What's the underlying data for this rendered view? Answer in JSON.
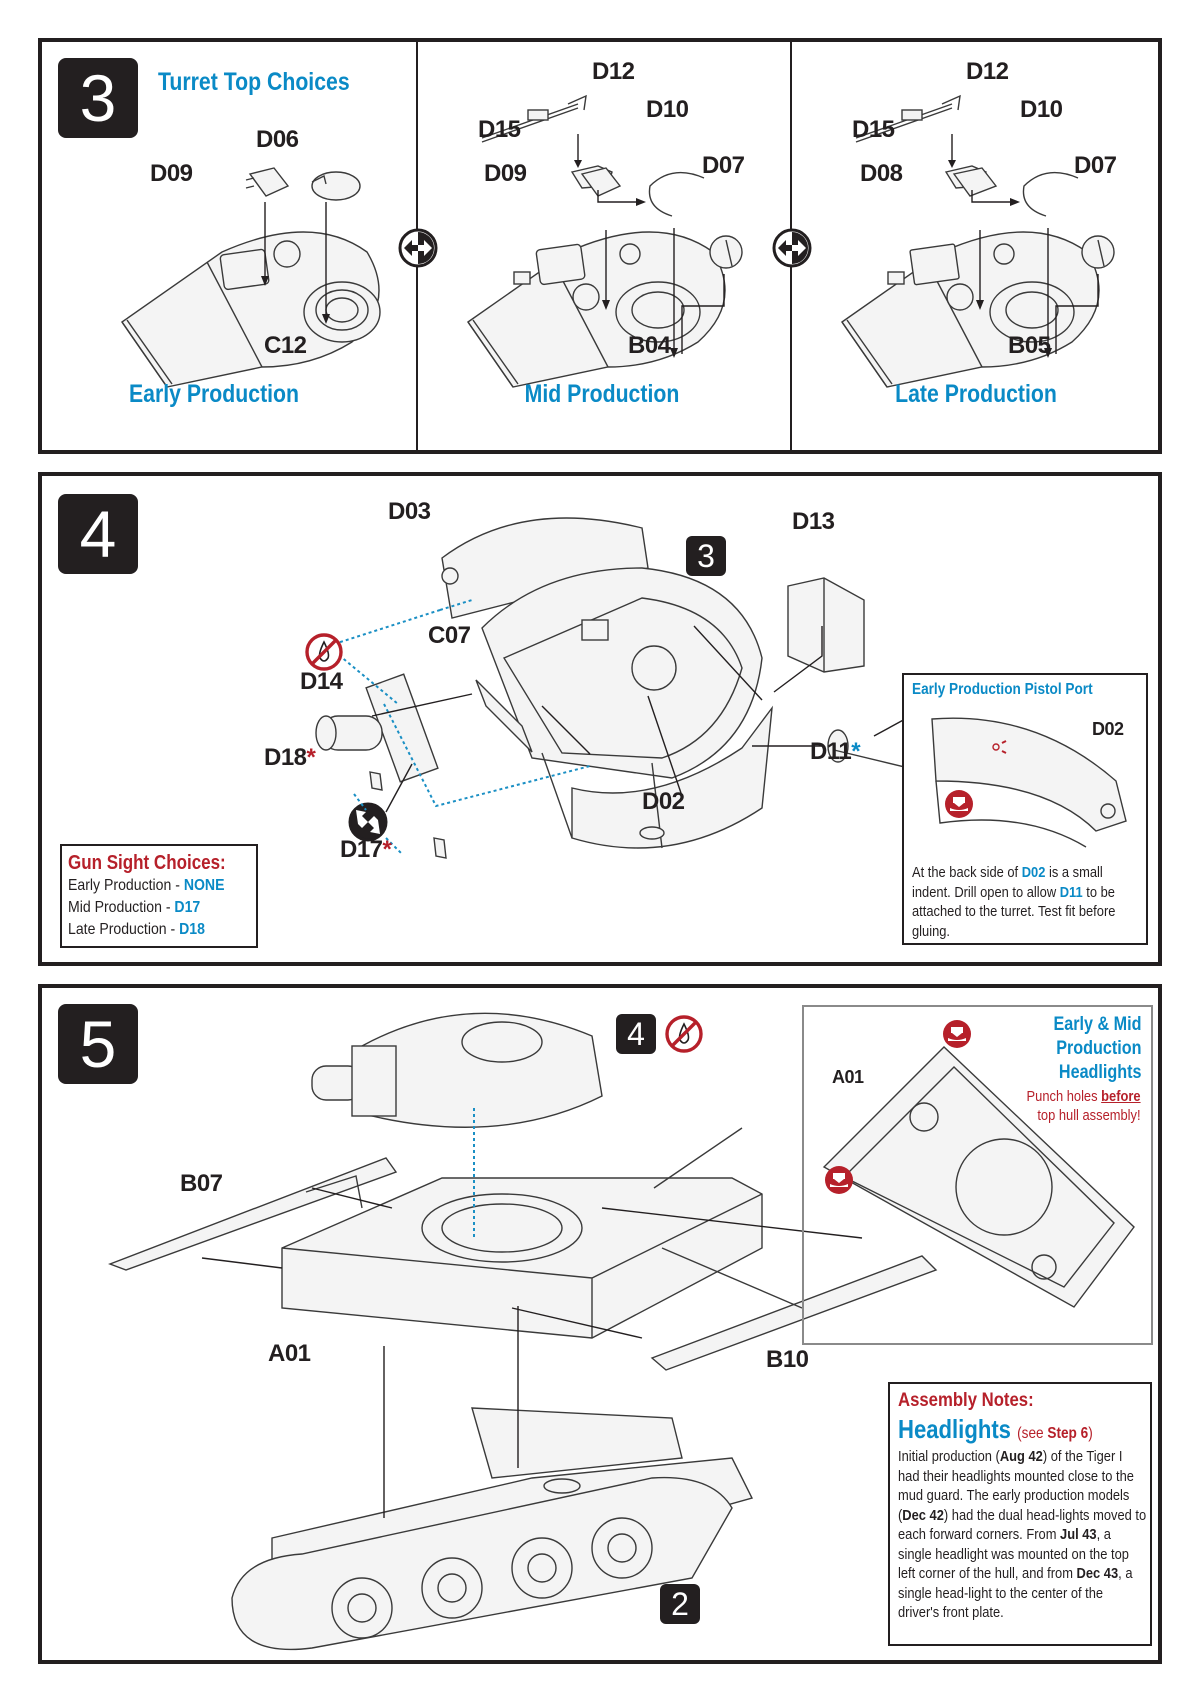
{
  "colors": {
    "accent_blue": "#0a8ac6",
    "accent_red": "#b6202a",
    "ink": "#231f20"
  },
  "step3": {
    "number": "3",
    "title": "Turret Top Choices",
    "options": [
      {
        "subtitle": "Early Production",
        "base_part": "C12",
        "parts": [
          "D09",
          "D06"
        ]
      },
      {
        "subtitle": "Mid Production",
        "base_part": "B04",
        "parts": [
          "D12",
          "D10",
          "D15",
          "D09",
          "D07"
        ]
      },
      {
        "subtitle": "Late Production",
        "base_part": "B05",
        "parts": [
          "D12",
          "D10",
          "D15",
          "D08",
          "D07"
        ]
      }
    ],
    "choice_icon": "either-or-icon"
  },
  "step4": {
    "number": "4",
    "ref_step": "3",
    "parts": {
      "d03": "D03",
      "d13": "D13",
      "c07": "C07",
      "d14": "D14",
      "d18": "D18",
      "d17": "D17",
      "d02": "D02",
      "d11": "D11"
    },
    "asterisk": "*",
    "no_glue_icon": "no-glue-icon",
    "gun_sight": {
      "title": "Gun Sight Choices:",
      "lines": [
        {
          "label": "Early Production - ",
          "value": "NONE"
        },
        {
          "label": "Mid Production - ",
          "value": "D17"
        },
        {
          "label": "Late Production - ",
          "value": "D18"
        }
      ]
    },
    "pistol_port": {
      "title": "Early Production Pistol Port",
      "part": "D02",
      "text_parts": [
        "At the back side of ",
        "D02",
        " is a small indent.  Drill open to allow ",
        "D11",
        " to be attached to the turret.  Test fit before gluing."
      ],
      "drill_icon": "drill-icon"
    }
  },
  "step5": {
    "number": "5",
    "ref_step_turret": "4",
    "ref_step_hull": "2",
    "parts": {
      "b07": "B07",
      "a01": "A01",
      "b10": "B10",
      "inset_a01": "A01"
    },
    "headlights_inset": {
      "title_lines": [
        "Early & Mid",
        "Production",
        "Headlights"
      ],
      "warn_pre": "Punch holes ",
      "warn_emph": "before",
      "warn_post": "top hull assembly!"
    },
    "notes": {
      "title": "Assembly Notes:",
      "heading": "Headlights",
      "see_pre": "(see ",
      "see_step": "Step 6",
      "see_post": ")",
      "body_parts": [
        "Initial production (",
        "Aug 42",
        ") of the Tiger I had their headlights mounted close to the mud guard.  The early production models (",
        "Dec 42",
        ") had the dual head-lights moved to each forward corners. From ",
        "Jul 43",
        ", a single headlight was mounted on the top left corner of the hull, and from ",
        "Dec 43",
        ", a single head-light to the center of the driver's front plate."
      ]
    }
  }
}
